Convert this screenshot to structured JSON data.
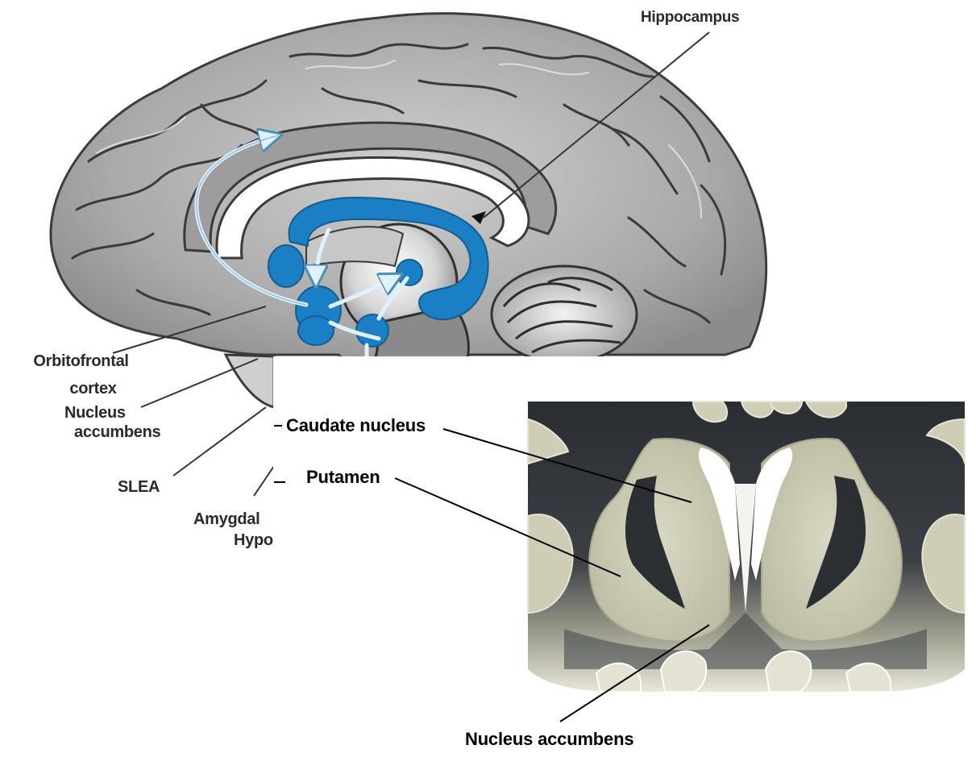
{
  "figure": {
    "top_panel": {
      "description_icon": "brain-sagittal-illustration",
      "labels": {
        "hippocampus": "Hippocampus",
        "orbitofrontal_1": "Orbitofrontal",
        "orbitofrontal_2": "cortex",
        "nucleus_accumbens_1": "Nucleus",
        "nucleus_accumbens_2": "accumbens",
        "slea": "SLEA",
        "amygdala": "Amygdal",
        "hypothalamus": "Hypo"
      },
      "colors": {
        "highlight": "#1a7fc4",
        "arrow": "#dff0ff",
        "tissue": "#b5b5b5"
      }
    },
    "bottom_panel": {
      "description_icon": "coronal-brain-slice",
      "labels": {
        "caudate": "Caudate nucleus",
        "putamen": "Putamen",
        "accumbens": "Nucleus accumbens"
      },
      "colors": {
        "grey_matter": "#cfcdb6",
        "white_matter": "#1f2328"
      }
    }
  }
}
